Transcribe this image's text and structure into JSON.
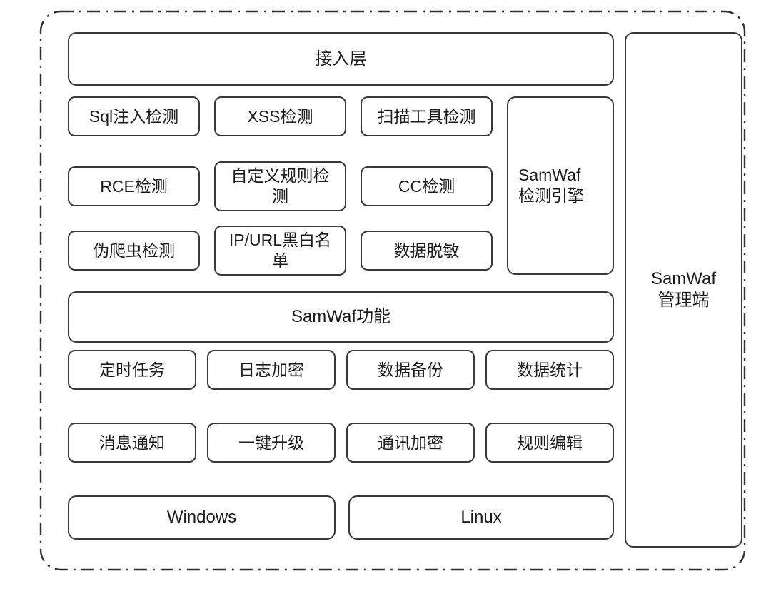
{
  "diagram": {
    "access_layer_label": "接入层",
    "detection_modules": [
      "Sql注入检测",
      "XSS检测",
      "扫描工具检测",
      "RCE检测",
      "自定义规则检测",
      "CC检测",
      "伪爬虫检测",
      "IP/URL黑白名单",
      "数据脱敏"
    ],
    "detection_engine_label": "SamWaf\n检测引擎",
    "functions_header_label": "SamWaf功能",
    "function_modules": [
      "定时任务",
      "日志加密",
      "数据备份",
      "数据统计",
      "消息通知",
      "一键升级",
      "通讯加密",
      "规则编辑"
    ],
    "platforms": [
      "Windows",
      "Linux"
    ],
    "management_label": "SamWaf\n管理端"
  },
  "colors": {
    "border": "#383838",
    "outer_border": "#2f2f2f",
    "text": "#1c1c1c",
    "background": "#ffffff"
  }
}
